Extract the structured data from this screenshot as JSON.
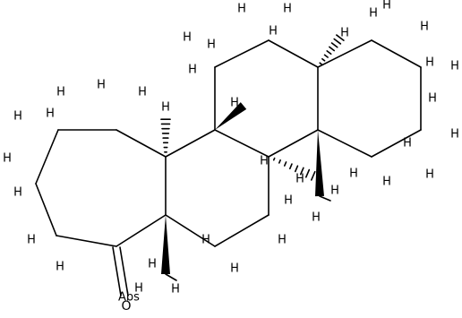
{
  "molecule": {
    "atom_symbol_h": "H",
    "atom_symbol_o": "O",
    "stereo_label": "Abs"
  }
}
